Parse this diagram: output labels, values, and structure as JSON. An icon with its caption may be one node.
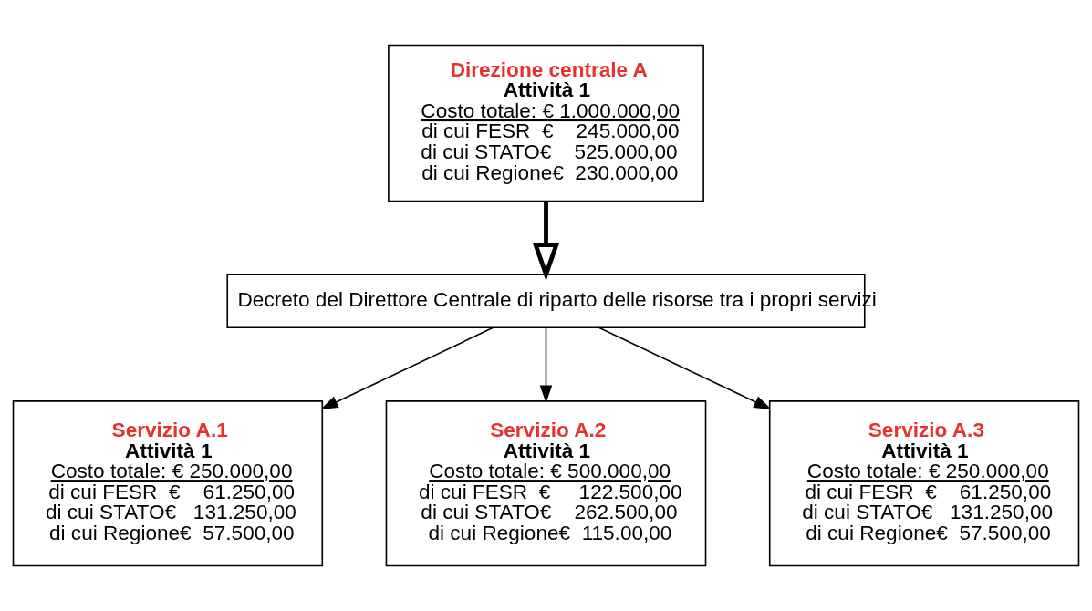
{
  "diagram": {
    "nodes": [
      {
        "text": [
          "Direzione centrale A",
          "Attività 1",
          "Costo totale: € 1.000.000,00",
          "di cui FESR  €    245.000,00",
          "di cui STATO€    525.000,00",
          "di cui Regione€  230.000,00"
        ]
      },
      {
        "text": [
          "Decreto del Direttore Centrale di riparto delle risorse tra i propri servizi"
        ]
      },
      {
        "text": [
          "Servizio A.1",
          "Attività 1",
          "Costo totale: € 250.000,00",
          "di cui FESR  €    61.250,00",
          "di cui STATO€   131.250,00",
          "di cui Regione€  57.500,00"
        ]
      },
      {
        "text": [
          "Servizio A.2",
          "Attività 1",
          "Costo totale: € 500.000,00",
          "di cui FESR  €     122.500,00",
          "di cui STATO€    262.500,00",
          "di cui Regione€  115.00,00"
        ]
      },
      {
        "text": [
          "Servizio A.3",
          "Attività 1",
          "Costo totale: € 250.000,00",
          "di cui FESR  €    61.250,00",
          "di cui STATO€   131.250,00",
          "di cui Regione€  57.500,00"
        ]
      }
    ],
    "edges": [
      {
        "from": 0,
        "to": 1,
        "arrow": "to",
        "style": "thick"
      },
      {
        "from": 1,
        "to": 2,
        "arrow": "to"
      },
      {
        "from": 1,
        "to": 3,
        "arrow": "to"
      },
      {
        "from": 1,
        "to": 4,
        "arrow": "to"
      }
    ]
  }
}
